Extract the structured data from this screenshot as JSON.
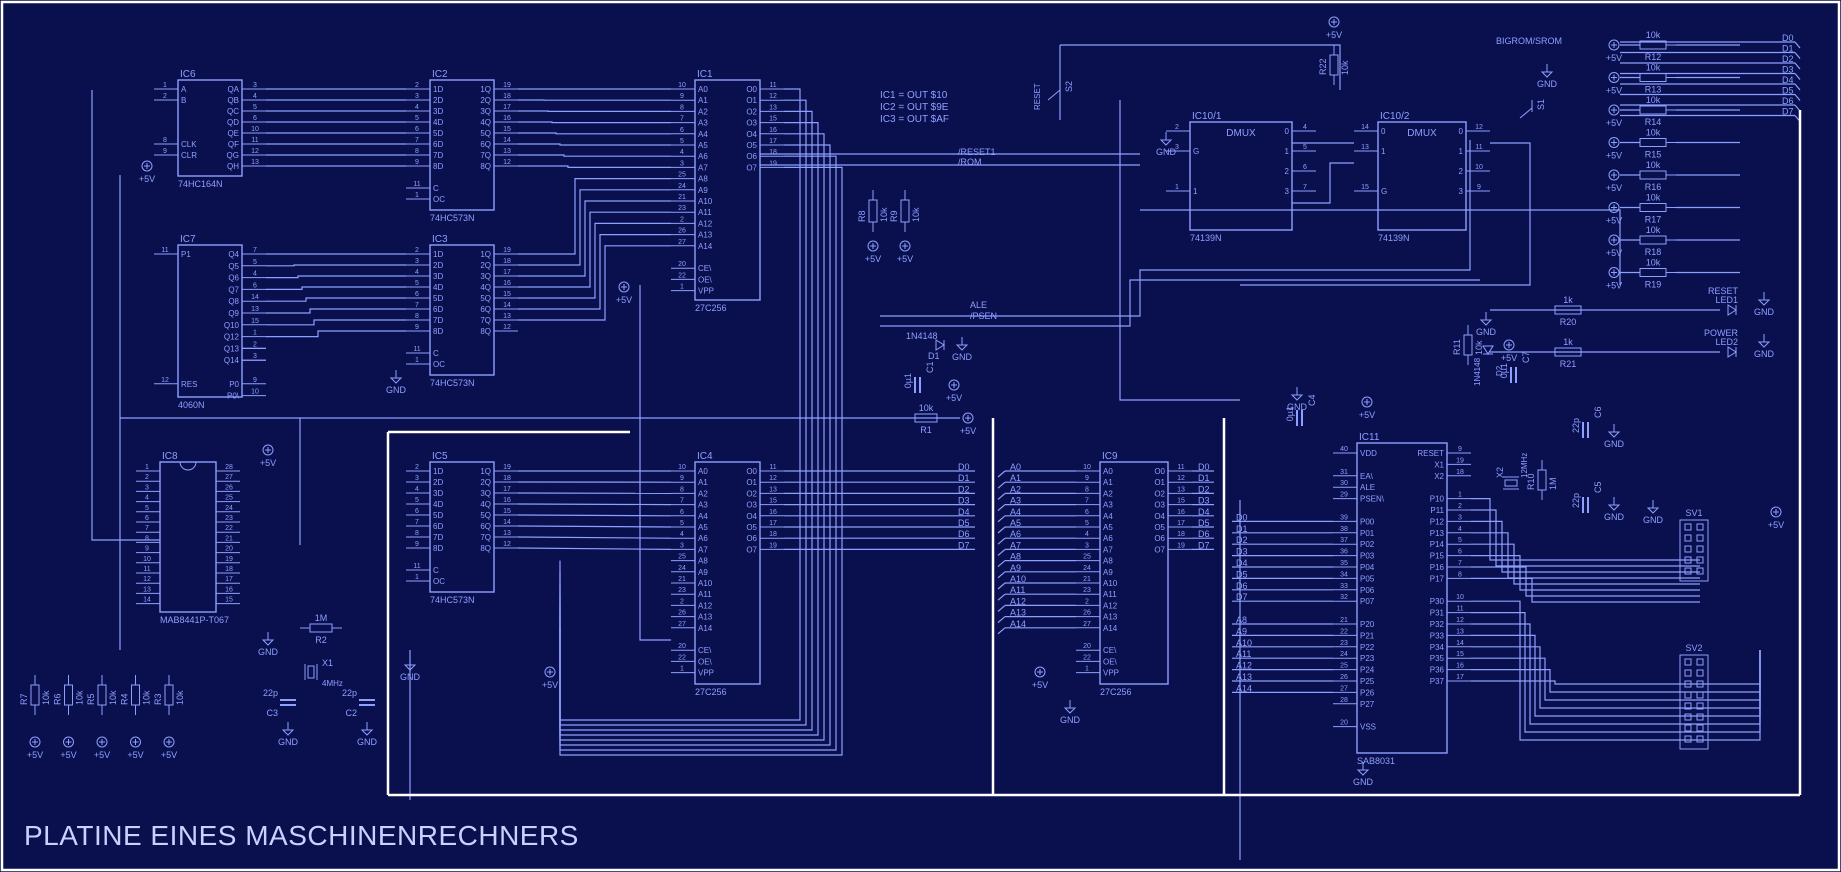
{
  "title": "PLATINE EINES MASCHINENRECHNERS",
  "colors": {
    "background": "#0a0f4e",
    "wire": "#8ea0ff",
    "frame": "#ffffff",
    "label": "#8ea0ff"
  },
  "notes": [
    "IC1 = OUT $10",
    "IC2 = OUT $9E",
    "IC3 = OUT $AF"
  ],
  "signals": {
    "reset1": "/RESET1",
    "rom": "/ROM",
    "ale": "ALE",
    "psen": "/PSEN",
    "bigrom": "BIGROM/SROM"
  },
  "bus_labels": [
    "D0",
    "D1",
    "D2",
    "D3",
    "D4",
    "D5",
    "D6",
    "D7"
  ],
  "chips": [
    {
      "ref": "IC6",
      "type": "74HC164N",
      "left": [
        "A",
        "B",
        "",
        "",
        "",
        "CLK",
        "CLR"
      ],
      "lnum": [
        "1",
        "2",
        "",
        "",
        "",
        "8",
        "9"
      ],
      "right": [
        "QA",
        "QB",
        "QC",
        "QD",
        "QE",
        "QF",
        "QG",
        "QH"
      ],
      "rnum": [
        "3",
        "4",
        "5",
        "6",
        "10",
        "11",
        "12",
        "13"
      ]
    },
    {
      "ref": "IC7",
      "type": "4060N",
      "left": [
        "P1",
        "",
        "",
        "",
        "",
        "",
        "",
        "",
        "",
        "",
        "",
        "RES"
      ],
      "lnum": [
        "11",
        "",
        "",
        "",
        "",
        "",
        "",
        "",
        "",
        "",
        "",
        "12"
      ],
      "right": [
        "Q4",
        "Q5",
        "Q6",
        "Q7",
        "Q8",
        "Q9",
        "Q10",
        "Q12",
        "Q13",
        "Q14",
        "",
        "P0",
        "P0\\"
      ],
      "rnum": [
        "7",
        "5",
        "4",
        "6",
        "14",
        "13",
        "15",
        "1",
        "2",
        "3",
        "",
        "9",
        "10"
      ]
    },
    {
      "ref": "IC2",
      "type": "74HC573N",
      "left": [
        "1D",
        "2D",
        "3D",
        "4D",
        "5D",
        "6D",
        "7D",
        "8D",
        "",
        "C",
        "OC"
      ],
      "lnum": [
        "2",
        "3",
        "4",
        "5",
        "6",
        "7",
        "8",
        "9",
        "",
        "11",
        "1"
      ],
      "right": [
        "1Q",
        "2Q",
        "3Q",
        "4Q",
        "5Q",
        "6Q",
        "7Q",
        "8Q"
      ],
      "rnum": [
        "19",
        "18",
        "17",
        "16",
        "15",
        "14",
        "13",
        "12"
      ]
    },
    {
      "ref": "IC3",
      "type": "74HC573N",
      "left": [
        "1D",
        "2D",
        "3D",
        "4D",
        "5D",
        "6D",
        "7D",
        "8D",
        "",
        "C",
        "OC"
      ],
      "lnum": [
        "2",
        "3",
        "4",
        "5",
        "6",
        "7",
        "8",
        "9",
        "",
        "11",
        "1"
      ],
      "right": [
        "1Q",
        "2Q",
        "3Q",
        "4Q",
        "5Q",
        "6Q",
        "7Q",
        "8Q"
      ],
      "rnum": [
        "19",
        "18",
        "17",
        "16",
        "15",
        "14",
        "13",
        "12"
      ]
    },
    {
      "ref": "IC5",
      "type": "74HC573N",
      "left": [
        "1D",
        "2D",
        "3D",
        "4D",
        "5D",
        "6D",
        "7D",
        "8D",
        "",
        "C",
        "OC"
      ],
      "lnum": [
        "2",
        "3",
        "4",
        "5",
        "6",
        "7",
        "8",
        "9",
        "",
        "11",
        "1"
      ],
      "right": [
        "1Q",
        "2Q",
        "3Q",
        "4Q",
        "5Q",
        "6Q",
        "7Q",
        "8Q"
      ],
      "rnum": [
        "19",
        "18",
        "17",
        "16",
        "15",
        "14",
        "13",
        "12"
      ]
    },
    {
      "ref": "IC1",
      "type": "27C256",
      "left": [
        "A0",
        "A1",
        "A2",
        "A3",
        "A4",
        "A5",
        "A6",
        "A7",
        "A8",
        "A9",
        "A10",
        "A11",
        "A12",
        "A13",
        "A14",
        "",
        "CE\\",
        "OE\\",
        "VPP"
      ],
      "lnum": [
        "10",
        "9",
        "8",
        "7",
        "6",
        "5",
        "4",
        "3",
        "25",
        "24",
        "21",
        "23",
        "2",
        "26",
        "27",
        "",
        "20",
        "22",
        "1"
      ],
      "right": [
        "O0",
        "O1",
        "O2",
        "O3",
        "O4",
        "O5",
        "O6",
        "O7"
      ],
      "rnum": [
        "11",
        "12",
        "13",
        "15",
        "16",
        "17",
        "18",
        "19"
      ]
    },
    {
      "ref": "IC4",
      "type": "27C256",
      "left": [
        "A0",
        "A1",
        "A2",
        "A3",
        "A4",
        "A5",
        "A6",
        "A7",
        "A8",
        "A9",
        "A10",
        "A11",
        "A12",
        "A13",
        "A14",
        "",
        "CE\\",
        "OE\\",
        "VPP"
      ],
      "lnum": [
        "10",
        "9",
        "8",
        "7",
        "6",
        "5",
        "4",
        "3",
        "25",
        "24",
        "21",
        "23",
        "2",
        "26",
        "27",
        "",
        "20",
        "22",
        "1"
      ],
      "right": [
        "O0",
        "O1",
        "O2",
        "O3",
        "O4",
        "O5",
        "O6",
        "O7"
      ],
      "rnum": [
        "11",
        "12",
        "13",
        "15",
        "16",
        "17",
        "18",
        "19"
      ]
    },
    {
      "ref": "IC9",
      "type": "27C256",
      "left": [
        "A0",
        "A1",
        "A2",
        "A3",
        "A4",
        "A5",
        "A6",
        "A7",
        "A8",
        "A9",
        "A10",
        "A11",
        "A12",
        "A13",
        "A14",
        "",
        "CE\\",
        "OE\\",
        "VPP"
      ],
      "lnum": [
        "10",
        "9",
        "8",
        "7",
        "6",
        "5",
        "4",
        "3",
        "25",
        "24",
        "21",
        "23",
        "2",
        "26",
        "27",
        "",
        "20",
        "22",
        "1"
      ],
      "right": [
        "O0",
        "O1",
        "O2",
        "O3",
        "O4",
        "O5",
        "O6",
        "O7"
      ],
      "rnum": [
        "11",
        "12",
        "13",
        "15",
        "16",
        "17",
        "18",
        "19"
      ]
    },
    {
      "ref": "IC8",
      "type": "MAB8441P-T067",
      "left": [
        "",
        "",
        "",
        "",
        "",
        "",
        "",
        "",
        "",
        "",
        "",
        "",
        "",
        ""
      ],
      "lnum": [
        "1",
        "2",
        "3",
        "4",
        "5",
        "6",
        "7",
        "8",
        "9",
        "10",
        "11",
        "12",
        "13",
        "14"
      ],
      "right": [
        "",
        "",
        "",
        "",
        "",
        "",
        "",
        "",
        "",
        "",
        "",
        "",
        "",
        ""
      ],
      "rnum": [
        "28",
        "27",
        "26",
        "25",
        "24",
        "23",
        "22",
        "21",
        "20",
        "19",
        "18",
        "17",
        "16",
        "15"
      ]
    },
    {
      "ref": "IC10/1",
      "type": "74139N",
      "head": "DMUX",
      "left": [
        "",
        "G",
        "",
        "1"
      ],
      "lnum": [
        "2",
        "3",
        "",
        "1"
      ],
      "right": [
        "0",
        "1",
        "2",
        "3"
      ],
      "rnum": [
        "4",
        "5",
        "6",
        "7"
      ]
    },
    {
      "ref": "IC10/2",
      "type": "74139N",
      "head": "DMUX",
      "left": [
        "0",
        "1",
        "",
        "G"
      ],
      "lnum": [
        "14",
        "13",
        "",
        "15"
      ],
      "right": [
        "0",
        "1",
        "2",
        "3"
      ],
      "rnum": [
        "12",
        "11",
        "10",
        "9"
      ]
    },
    {
      "ref": "IC11",
      "type": "SAB8031",
      "left": [
        "VDD",
        "",
        "EA\\",
        "ALE",
        "PSEN\\",
        "",
        "P00",
        "P01",
        "P02",
        "P03",
        "P04",
        "P05",
        "P06",
        "P07",
        "",
        "P20",
        "P21",
        "P22",
        "P23",
        "P24",
        "P25",
        "P26",
        "P27",
        "",
        "VSS"
      ],
      "lnum": [
        "40",
        "",
        "31",
        "30",
        "29",
        "",
        "39",
        "38",
        "37",
        "36",
        "35",
        "34",
        "33",
        "32",
        "",
        "21",
        "22",
        "23",
        "24",
        "25",
        "26",
        "27",
        "28",
        "",
        "20"
      ],
      "right": [
        "RESET",
        "X1",
        "X2",
        "",
        "P10",
        "P11",
        "P12",
        "P13",
        "P14",
        "P15",
        "P16",
        "P17",
        "",
        "P30",
        "P31",
        "P32",
        "P33",
        "P34",
        "P35",
        "P36",
        "P37"
      ],
      "rnum": [
        "9",
        "19",
        "18",
        "",
        "1",
        "2",
        "3",
        "4",
        "5",
        "6",
        "7",
        "8",
        "",
        "10",
        "11",
        "12",
        "13",
        "14",
        "15",
        "16",
        "17"
      ]
    }
  ],
  "resistors": [
    {
      "ref": "R12",
      "value": "10k"
    },
    {
      "ref": "R13",
      "value": "10k"
    },
    {
      "ref": "R14",
      "value": "10k"
    },
    {
      "ref": "R15",
      "value": "10k"
    },
    {
      "ref": "R16",
      "value": "10k"
    },
    {
      "ref": "R17",
      "value": "10k"
    },
    {
      "ref": "R18",
      "value": "10k"
    },
    {
      "ref": "R19",
      "value": "10k"
    },
    {
      "ref": "R20",
      "value": "1k"
    },
    {
      "ref": "R21",
      "value": "1k"
    },
    {
      "ref": "R22",
      "value": "10k"
    },
    {
      "ref": "R8",
      "value": "10k"
    },
    {
      "ref": "R9",
      "value": "10k"
    },
    {
      "ref": "R1",
      "value": "10k"
    },
    {
      "ref": "R2",
      "value": "1M"
    },
    {
      "ref": "R11",
      "value": "10k"
    },
    {
      "ref": "R10",
      "value": "1M"
    },
    {
      "ref": "R7",
      "value": "10k"
    },
    {
      "ref": "R6",
      "value": "10k"
    },
    {
      "ref": "R5",
      "value": "10k"
    },
    {
      "ref": "R4",
      "value": "10k"
    },
    {
      "ref": "R3",
      "value": "10k"
    }
  ],
  "capacitors": [
    {
      "ref": "C1",
      "value": "0µ1"
    },
    {
      "ref": "C7",
      "value": "0µ1"
    },
    {
      "ref": "C4",
      "value": "0µ1"
    },
    {
      "ref": "C6",
      "value": "22p"
    },
    {
      "ref": "C5",
      "value": "22p"
    },
    {
      "ref": "C3",
      "value": "22p"
    },
    {
      "ref": "C2",
      "value": "22p"
    }
  ],
  "diodes": [
    {
      "ref": "D1",
      "value": "1N4148"
    },
    {
      "ref": "D2",
      "value": "1N4148"
    }
  ],
  "crystals": [
    {
      "ref": "X1",
      "value": "4MHz"
    },
    {
      "ref": "X2",
      "value": "12MHz"
    }
  ],
  "switches": [
    {
      "ref": "S1"
    },
    {
      "ref": "S2",
      "label": "RESET"
    }
  ],
  "leds": [
    {
      "ref": "LED1",
      "label": "RESET"
    },
    {
      "ref": "LED2",
      "label": "POWER"
    }
  ],
  "connectors": [
    {
      "ref": "SV1"
    },
    {
      "ref": "SV2"
    }
  ],
  "power": {
    "vcc": "+5V",
    "gnd": "GND"
  }
}
